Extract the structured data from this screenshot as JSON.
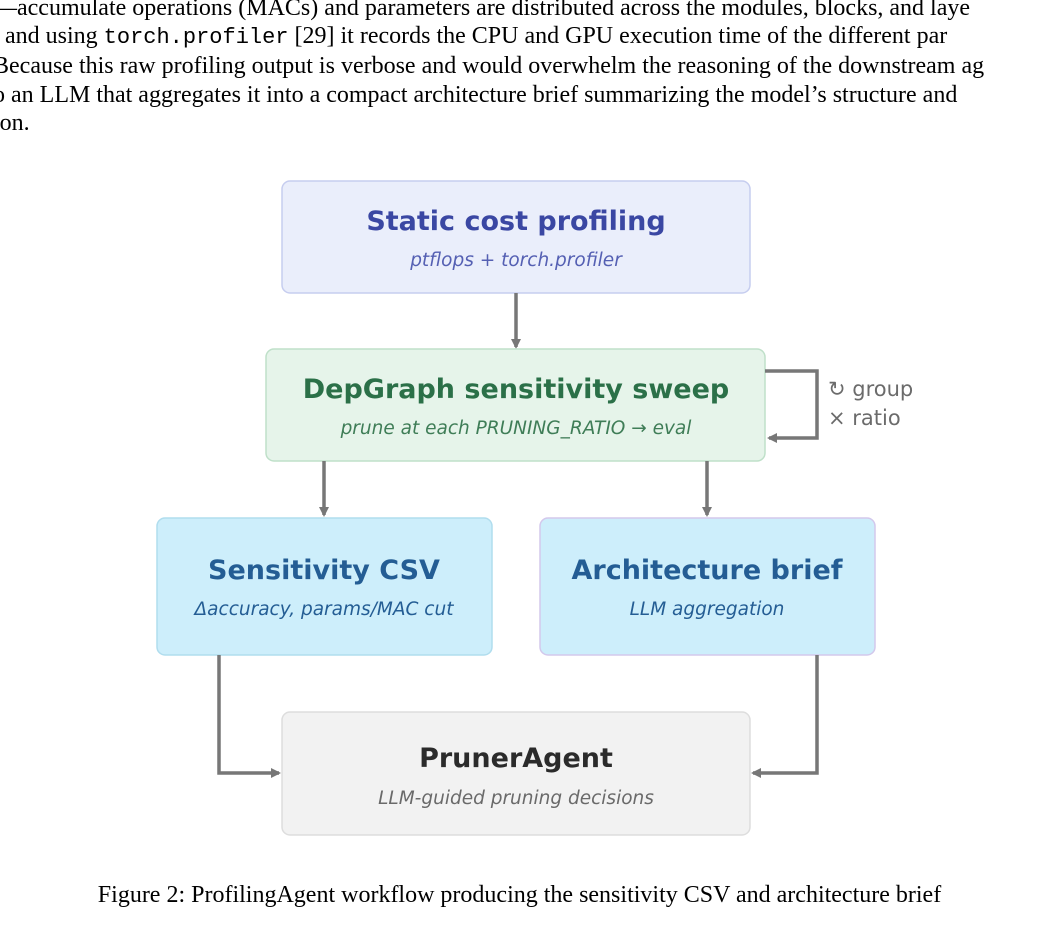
{
  "body_text": {
    "line1": "—accumulate operations (MACs) and parameters are distributed across the modules, blocks, and laye",
    "line2_pre": ", and using ",
    "line2_code": "torch.profiler",
    "line2_post": " [29] it records the CPU and GPU execution time of the different par",
    "line3": "Because this raw profiling output is verbose and would overwhelm the reasoning of the downstream ag",
    "line4": "o an LLM that aggregates it into a compact architecture brief summarizing the model’s structure and",
    "line5": "ion."
  },
  "diagram": {
    "static_profiling": {
      "title": "Static cost profiling",
      "subtitle": "ptflops + torch.profiler"
    },
    "sensitivity_sweep": {
      "title": "DepGraph sensitivity sweep",
      "subtitle": "prune at each PRUNING_RATIO → eval"
    },
    "loop_note": {
      "line1": "↻ group",
      "line2": "× ratio"
    },
    "sensitivity_csv": {
      "title": "Sensitivity CSV",
      "subtitle": "Δaccuracy, params/MAC cut"
    },
    "architecture_brief": {
      "title": "Architecture brief",
      "subtitle": "LLM aggregation"
    },
    "pruner_agent": {
      "title": "PrunerAgent",
      "subtitle": "LLM-guided pruning decisions"
    }
  },
  "colors": {
    "static_fill": "#eaeefb",
    "static_stroke": "#c6cdef",
    "static_text": "#3a47a3",
    "static_sub": "#5560b3",
    "sweep_fill": "#e6f4ea",
    "sweep_stroke": "#bfe0c9",
    "sweep_text": "#2b7048",
    "sweep_sub": "#3f7d57",
    "csv_fill": "#cdeefb",
    "csv_stroke": "#b0ddee",
    "csv_text": "#245d94",
    "brief_stroke": "#d3c8ec",
    "pruner_fill": "#f2f2f2",
    "pruner_stroke": "#dddddd",
    "pruner_text": "#2b2b2b",
    "pruner_sub": "#6a6a6a",
    "arrow": "#777777"
  },
  "caption": "Figure 2: ProfilingAgent workflow producing the sensitivity CSV and architecture brief"
}
